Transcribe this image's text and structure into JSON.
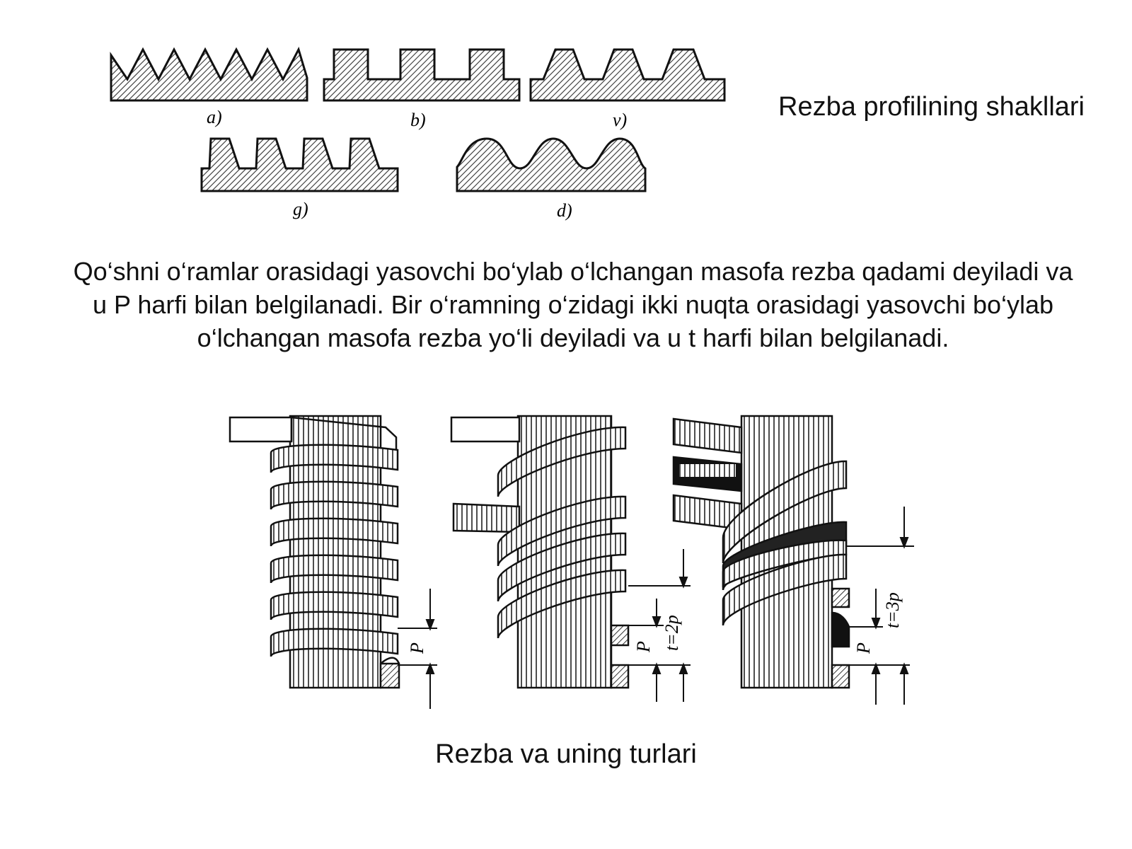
{
  "profiles": {
    "caption": "Rezba profilining shakllari",
    "labels": {
      "a": "a)",
      "b": "b)",
      "v": "v)",
      "g": "g)",
      "d": "d)"
    }
  },
  "paragraph": "Qo‘shni o‘ramlar orasidagi yasovchi bo‘ylab o‘lchangan masofa rezba qadami deyiladi va u P harfi bilan belgilanadi. Bir o‘ramning o‘zidagi ikki nuqta orasidagi yasovchi bo‘ylab o‘lchangan masofa rezba yo‘li deyiladi va u t harfi bilan belgilanadi.",
  "threads": {
    "caption": "Rezba va uning turlari",
    "dims": {
      "p1": "P",
      "p2": "P",
      "t2": "t=2p",
      "p3": "P",
      "t3": "t=3p"
    }
  },
  "colors": {
    "line": "#111111",
    "background": "#ffffff"
  }
}
